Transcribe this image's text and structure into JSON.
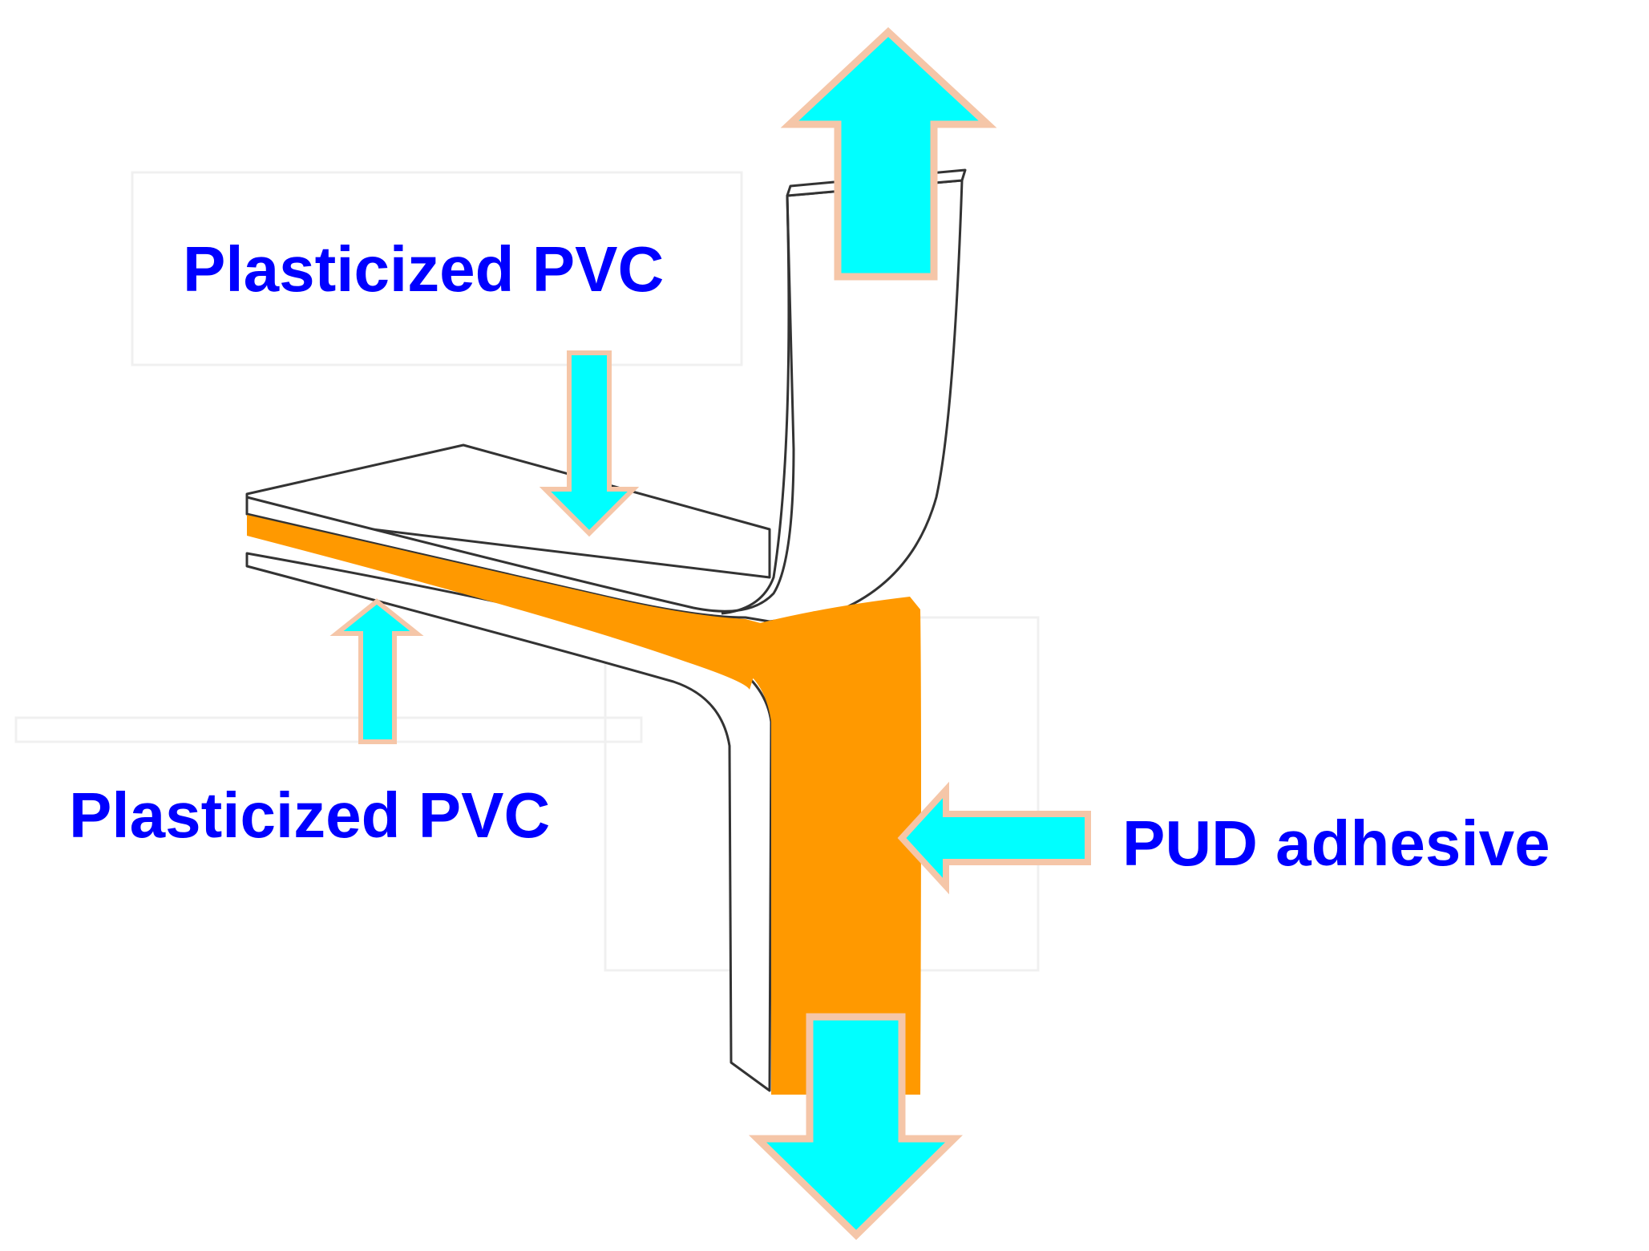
{
  "labels": {
    "top_film": "Plasticized PVC",
    "bottom_film": "Plasticized PVC",
    "adhesive": "PUD adhesive"
  },
  "colors": {
    "text": "#0000ff",
    "arrow_fill": "#00ffff",
    "arrow_outline": "#f5c6a8",
    "adhesive_fill": "#ff9900",
    "film_stroke": "#333333",
    "film_fill": "#ffffff"
  },
  "icons": {
    "pull_up": "arrow-up-icon",
    "pull_down": "arrow-down-icon",
    "top_film_pointer": "arrow-down-icon",
    "bottom_film_pointer": "arrow-up-icon",
    "adhesive_pointer": "arrow-left-icon"
  }
}
